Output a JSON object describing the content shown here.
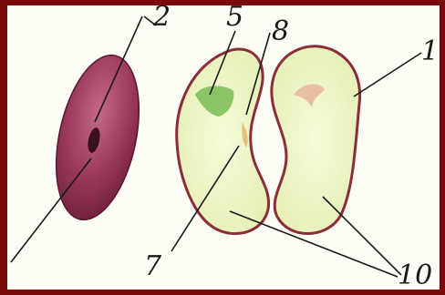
{
  "labels": {
    "l1": "1",
    "l2": "2",
    "l5": "5",
    "l7": "7",
    "l8": "8",
    "l10": "10"
  },
  "colors": {
    "frame": "#7a0a0a",
    "background": "#fdfdf6",
    "seed_coat": "#9c3a5a",
    "cotyledon_fill": "#eef5c8",
    "cotyledon_outline": "#8a2f3a",
    "plumule": "#7fbf5a",
    "radicle": "#e8c07a",
    "leader_line": "#1a1a1a"
  }
}
